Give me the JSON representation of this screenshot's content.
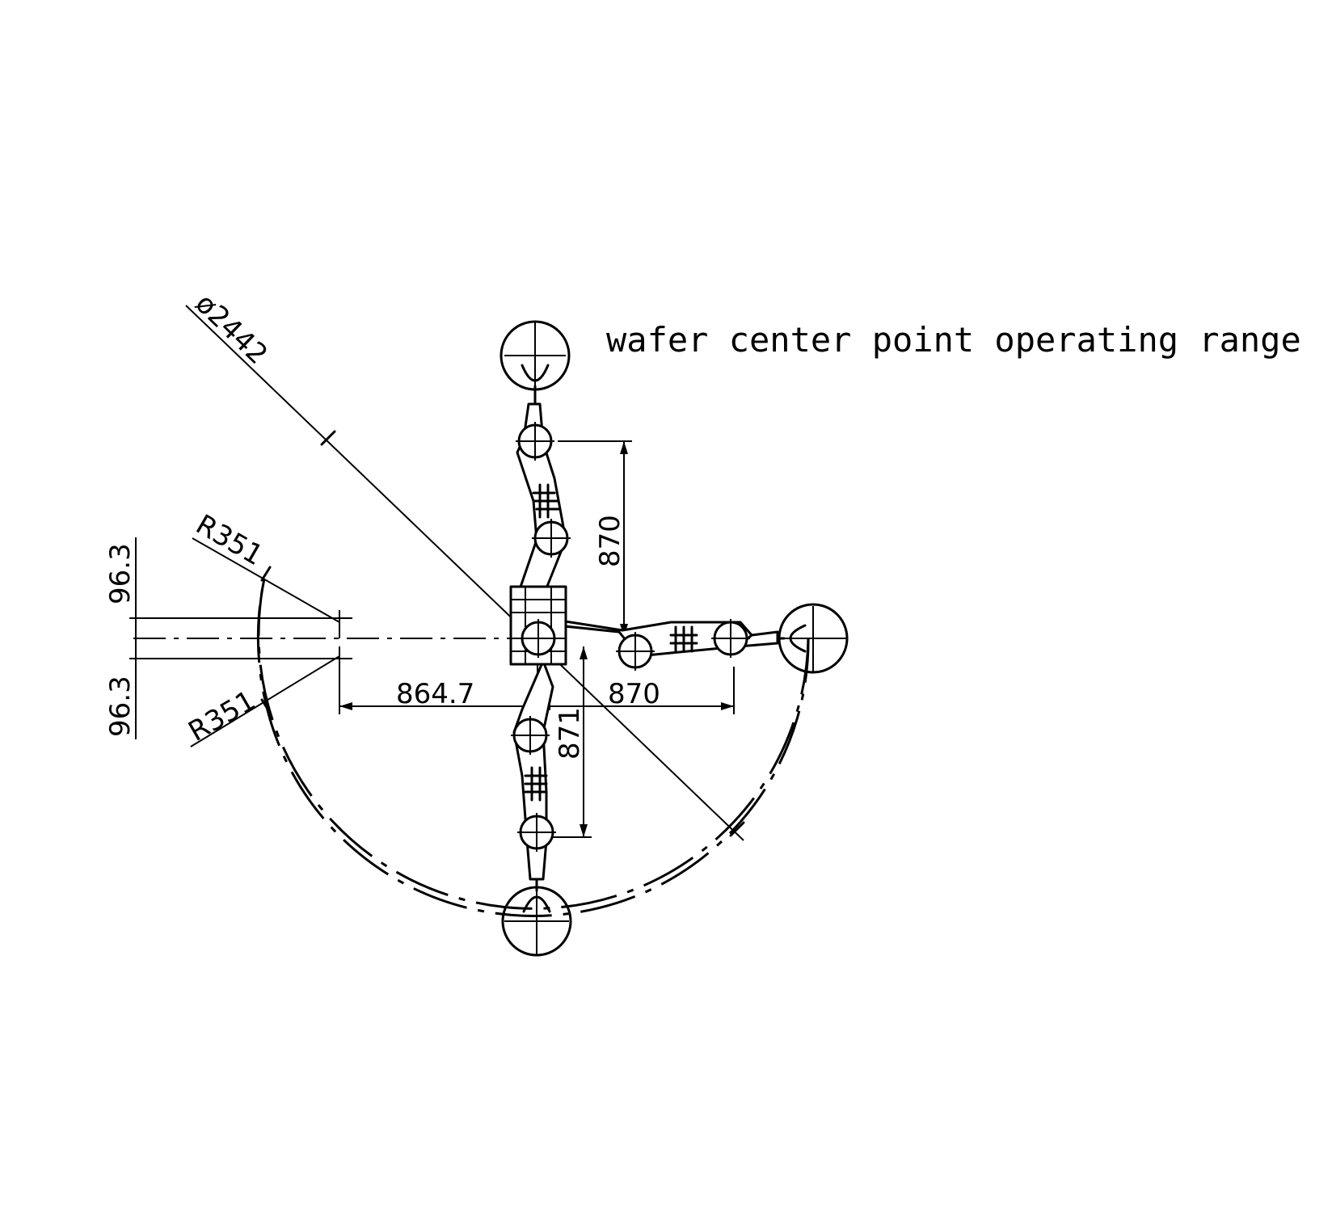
{
  "labels": {
    "range_note": "wafer center point operating range",
    "diameter": "ø2442",
    "radius_upper": "R351",
    "radius_lower": "R351",
    "offset_upper": "96.3",
    "offset_lower": "96.3",
    "dim_left": "864.7",
    "dim_right": "870",
    "dim_up": "870",
    "dim_down": "871"
  }
}
